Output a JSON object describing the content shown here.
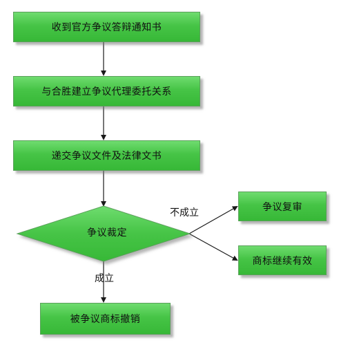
{
  "steps": {
    "receive_notice": "收到官方争议答辩通知书",
    "agency": "与合胜建立争议代理委托关系",
    "submit": "递交争议文件及法律文书",
    "ruling": "争议裁定",
    "revoked": "被争议商标撤销"
  },
  "branches": {
    "not_established_label": "不成立",
    "established_label": "成立",
    "review": "争议复审",
    "valid": "商标继续有效"
  },
  "colors": {
    "box_fill": "#46c446",
    "box_border": "#5aa05a",
    "arrow": "#1a1a1a"
  }
}
